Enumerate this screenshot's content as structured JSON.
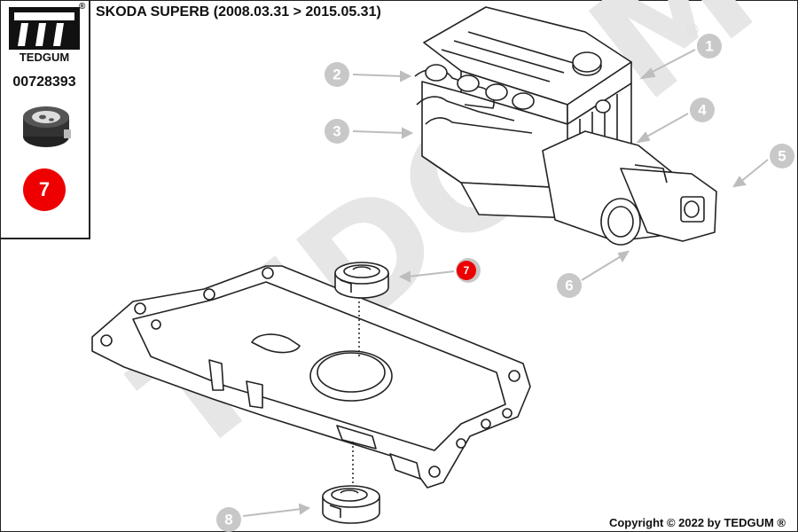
{
  "brand": {
    "name": "TEDGUM",
    "registered_mark": "®"
  },
  "part": {
    "number": "00728393",
    "badge": "7"
  },
  "vehicle": {
    "title": "SKODA SUPERB  (2008.03.31 > 2015.05.31)"
  },
  "watermark": {
    "text": "TEDGUM",
    "mark": "®"
  },
  "callouts": [
    {
      "id": "1",
      "label": "1",
      "style": "grey"
    },
    {
      "id": "2",
      "label": "2",
      "style": "grey"
    },
    {
      "id": "3",
      "label": "3",
      "style": "grey"
    },
    {
      "id": "4",
      "label": "4",
      "style": "grey"
    },
    {
      "id": "5",
      "label": "5",
      "style": "grey"
    },
    {
      "id": "6",
      "label": "6",
      "style": "grey"
    },
    {
      "id": "7",
      "label": "7",
      "style": "red"
    },
    {
      "id": "8",
      "label": "8",
      "style": "grey"
    }
  ],
  "footer": {
    "copyright": "Copyright © 2022 by TEDGUM ®"
  },
  "colors": {
    "highlight": "#ee0000",
    "callout": "#c8c8c8",
    "outline": "#222222",
    "watermark": "#e6e6e6"
  }
}
